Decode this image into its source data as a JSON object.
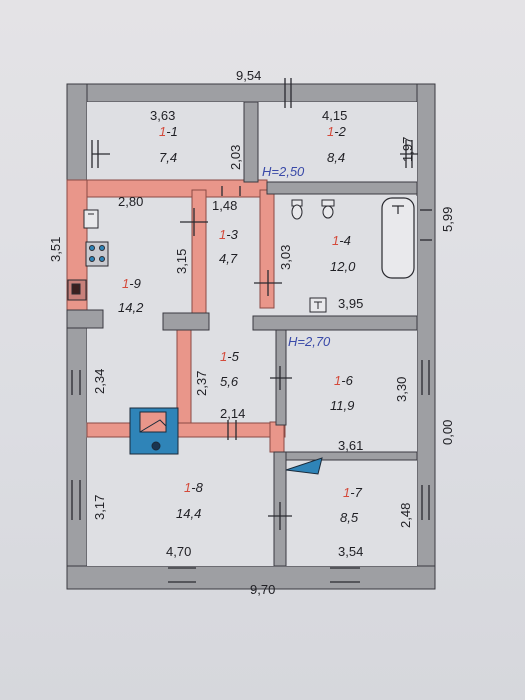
{
  "overall_dims": {
    "top_width": "9,54",
    "bottom_width": "9,70",
    "left_height_upper": "3,51",
    "right_height_upper": "5,99",
    "right_height_lower": "0,00"
  },
  "ceiling_heights": {
    "upper": "H=2,50",
    "lower": "H=2,70"
  },
  "rooms": [
    {
      "id_prefix": "1",
      "id_suffix": "-1",
      "area": "7,4"
    },
    {
      "id_prefix": "1",
      "id_suffix": "-2",
      "area": "8,4"
    },
    {
      "id_prefix": "1",
      "id_suffix": "-3",
      "area": "4,7"
    },
    {
      "id_prefix": "1",
      "id_suffix": "-4",
      "area": "12,0"
    },
    {
      "id_prefix": "1",
      "id_suffix": "-5",
      "area": "5,6"
    },
    {
      "id_prefix": "1",
      "id_suffix": "-6",
      "area": "11,9"
    },
    {
      "id_prefix": "1",
      "id_suffix": "-7",
      "area": "8,5"
    },
    {
      "id_prefix": "1",
      "id_suffix": "-8",
      "area": "14,4"
    },
    {
      "id_prefix": "1",
      "id_suffix": "-9",
      "area": "14,2"
    }
  ],
  "room_dims": {
    "r1_width": "3,63",
    "r2_width": "4,15",
    "r1_r2_depth": "2,03",
    "r2_right_depth": "1,97",
    "r9_width": "2,80",
    "r3_width": "1,48",
    "r9_r3_depth": "3,15",
    "r3_r4_depth": "3,03",
    "r4_width": "3,95",
    "r9_lower_depth": "2,34",
    "r5_depth": "2,37",
    "r5_width": "2,14",
    "r6_depth": "3,30",
    "r6_width": "3,61",
    "r8_depth": "3,17",
    "r8_width": "4,70",
    "r7_depth": "2,48",
    "r7_width": "3,54"
  },
  "colors": {
    "wall_gray": "#9e9fa3",
    "wall_pink": "#e9968a",
    "paper": "#dedfe3",
    "stove_blue": "#2f84b8"
  }
}
